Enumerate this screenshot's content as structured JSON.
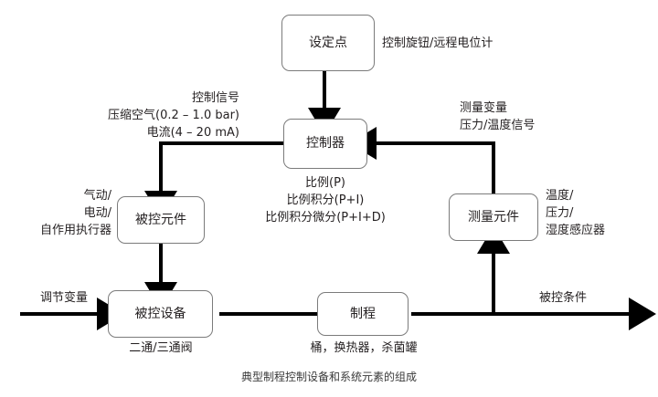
{
  "diagram": {
    "caption": "典型制程控制设备和系统元素的组成",
    "nodes": {
      "setpoint": "设定点",
      "controller": "控制器",
      "final_element": "被控元件",
      "measuring_element": "测量元件",
      "controlled_device": "被控设备",
      "process": "制程"
    },
    "annotations": {
      "setpoint_note": "控制旋钮/远程电位计",
      "control_signal": "控制信号\n压缩空气(0.2 – 1.0 bar)\n电流(4 – 20 mA)",
      "measured_variable": "测量变量\n压力/温度信号",
      "controller_modes": "比例(P)\n比例积分(P+I)\n比例积分微分(P+I+D)",
      "actuator_types": "气动/\n电动/\n自作用执行器",
      "sensor_types": "温度/\n压力/\n湿度感应器",
      "manipulated_variable": "调节变量",
      "controlled_condition": "被控条件",
      "valve_types": "二通/三通阀",
      "process_types": "桶，换热器，杀菌罐"
    },
    "colors": {
      "line": "#000000",
      "box_border": "#7b7b7b",
      "text": "#231f20",
      "background": "#ffffff"
    }
  }
}
